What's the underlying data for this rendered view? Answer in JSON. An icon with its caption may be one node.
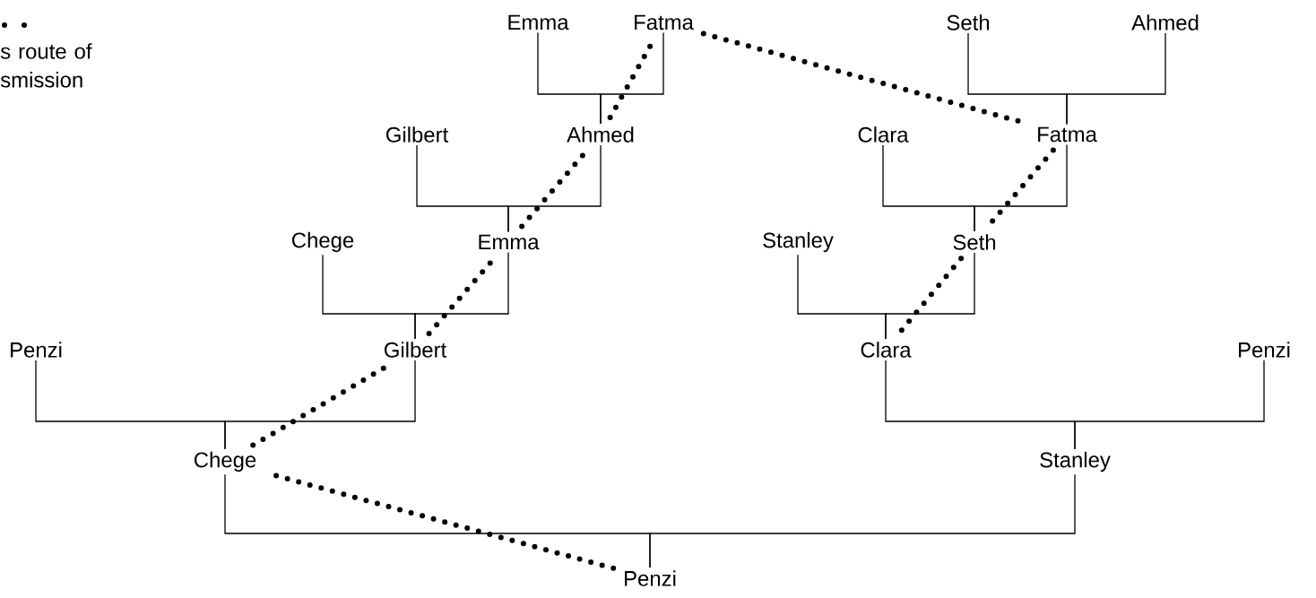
{
  "diagram": {
    "nodes": [
      {
        "text": [
          "Emma"
        ]
      },
      {
        "text": [
          "Fatma"
        ]
      },
      {
        "text": [
          "Seth"
        ]
      },
      {
        "text": [
          "Ahmed"
        ]
      },
      {
        "text": [
          "Gilbert"
        ]
      },
      {
        "text": [
          "Ahmed"
        ]
      },
      {
        "text": [
          "Clara"
        ]
      },
      {
        "text": [
          "Fatma"
        ]
      },
      {
        "text": [
          "Chege"
        ]
      },
      {
        "text": [
          "Emma"
        ]
      },
      {
        "text": [
          "Stanley"
        ]
      },
      {
        "text": [
          "Seth"
        ]
      },
      {
        "text": [
          "Penzi"
        ]
      },
      {
        "text": [
          "Gilbert"
        ]
      },
      {
        "text": [
          "Clara"
        ]
      },
      {
        "text": [
          "Penzi"
        ]
      },
      {
        "text": [
          "Chege"
        ]
      },
      {
        "text": [
          "Stanley"
        ]
      },
      {
        "text": [
          "Penzi"
        ]
      }
    ],
    "edges": [
      {
        "from": 0,
        "to": 5,
        "arrow": "none"
      },
      {
        "from": 1,
        "to": 5,
        "arrow": "none"
      },
      {
        "from": 2,
        "to": 7,
        "arrow": "none"
      },
      {
        "from": 3,
        "to": 7,
        "arrow": "none"
      },
      {
        "from": 4,
        "to": 9,
        "arrow": "none"
      },
      {
        "from": 5,
        "to": 9,
        "arrow": "none"
      },
      {
        "from": 6,
        "to": 11,
        "arrow": "none"
      },
      {
        "from": 7,
        "to": 11,
        "arrow": "none"
      },
      {
        "from": 8,
        "to": 13,
        "arrow": "none"
      },
      {
        "from": 9,
        "to": 13,
        "arrow": "none"
      },
      {
        "from": 10,
        "to": 14,
        "arrow": "none"
      },
      {
        "from": 11,
        "to": 14,
        "arrow": "none"
      },
      {
        "from": 12,
        "to": 16,
        "arrow": "none"
      },
      {
        "from": 13,
        "to": 16,
        "arrow": "none"
      },
      {
        "from": 14,
        "to": 17,
        "arrow": "none"
      },
      {
        "from": 15,
        "to": 17,
        "arrow": "none"
      },
      {
        "from": 16,
        "to": 18,
        "arrow": "none"
      },
      {
        "from": 17,
        "to": 18,
        "arrow": "none"
      },
      {
        "from": 18,
        "to": 16,
        "arrow": "none",
        "style": "dashed"
      },
      {
        "from": 16,
        "to": 13,
        "arrow": "none",
        "style": "dashed"
      },
      {
        "from": 13,
        "to": 9,
        "arrow": "none",
        "style": "dashed"
      },
      {
        "from": 9,
        "to": 5,
        "arrow": "none",
        "style": "dashed"
      },
      {
        "from": 5,
        "to": 1,
        "arrow": "none",
        "style": "dashed"
      },
      {
        "from": 1,
        "to": 7,
        "arrow": "none",
        "style": "dashed"
      },
      {
        "from": 7,
        "to": 11,
        "arrow": "none",
        "style": "dashed"
      },
      {
        "from": 11,
        "to": 14,
        "arrow": "none",
        "style": "dashed"
      }
    ],
    "legend": [
      {
        "text": "s route of smission"
      }
    ]
  }
}
